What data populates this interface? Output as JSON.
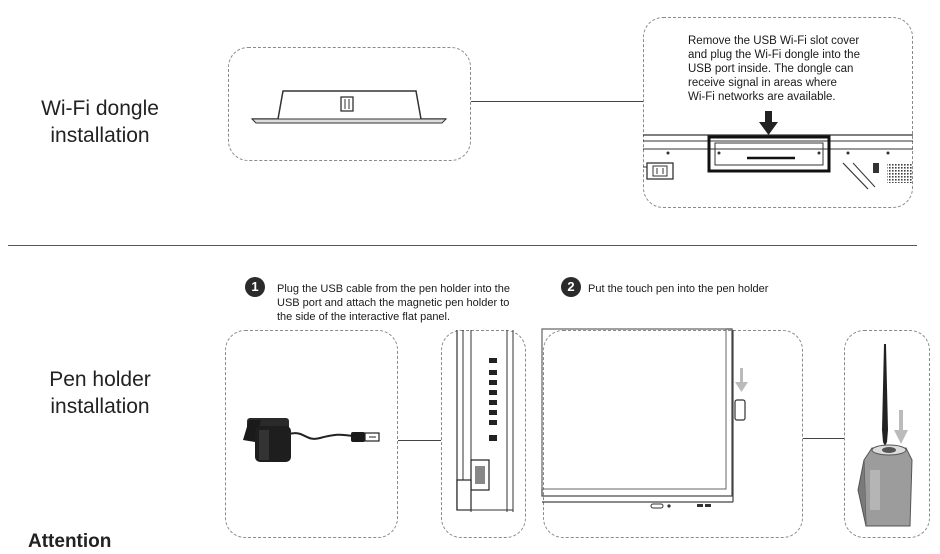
{
  "wifi": {
    "title_line1": "Wi-Fi dongle",
    "title_line2": "installation",
    "instruction": "Remove the USB Wi-Fi slot cover and plug the Wi-Fi dongle into the USB port inside. The dongle can receive signal in areas where Wi-Fi networks are available.",
    "instruction_lines": [
      "Remove the USB Wi-Fi slot cover",
      "and plug the Wi-Fi dongle into the",
      "USB port inside. The dongle can",
      "receive signal in areas where",
      "Wi-Fi networks are available."
    ]
  },
  "pen": {
    "title_line1": "Pen holder",
    "title_line2": "installation",
    "step1": {
      "number": "1",
      "lines": [
        "Plug the USB cable from the pen holder into the",
        "USB port and attach the magnetic pen holder to",
        "the side of the interactive flat panel."
      ]
    },
    "step2": {
      "number": "2",
      "text": "Put the touch pen into the pen holder"
    }
  },
  "footer_partial": "Attention"
}
